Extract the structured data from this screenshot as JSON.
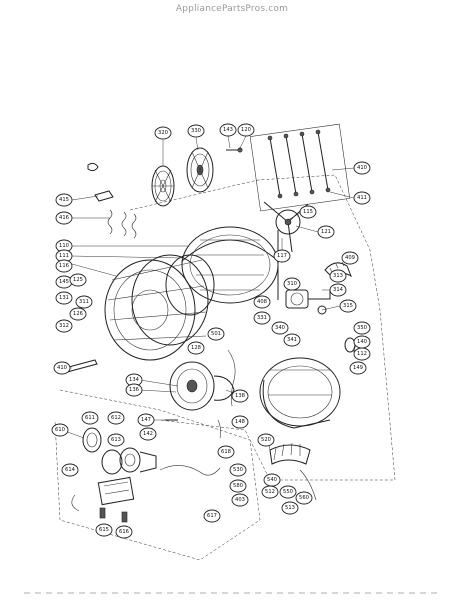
{
  "watermark": "AppliancePartsPros.com",
  "callouts": {
    "c320": "320",
    "c330": "330",
    "c143": "143",
    "c120": "120",
    "c410": "410",
    "c411": "411",
    "c415": "415",
    "c416": "416",
    "c115": "115",
    "c110": "110",
    "c111": "111",
    "c116": "116",
    "c121": "121",
    "c117": "117",
    "c145": "145",
    "c131": "131",
    "c311": "311",
    "c312": "312",
    "c313": "313",
    "c314": "314",
    "c310": "310",
    "c315": "315",
    "c331": "331",
    "c340": "340",
    "c341": "341",
    "c350": "350",
    "c140": "140",
    "c149": "149",
    "c410b": "410",
    "c501": "501",
    "c128": "128",
    "c134": "134",
    "c136": "136",
    "c138": "138",
    "c520": "520",
    "c530": "530",
    "c540": "540",
    "c550": "550",
    "c403": "403",
    "c610": "610",
    "c611": "611",
    "c612": "612",
    "c613": "613",
    "c614": "614",
    "c615": "615",
    "c616": "616",
    "c617": "617",
    "c618": "618",
    "c408": "408",
    "c409": "409",
    "c148": "148",
    "c147": "147",
    "c125": "125",
    "c126": "126",
    "c512": "512",
    "c513": "513",
    "c142": "142",
    "c112": "112",
    "c560": "560",
    "c580": "580"
  }
}
